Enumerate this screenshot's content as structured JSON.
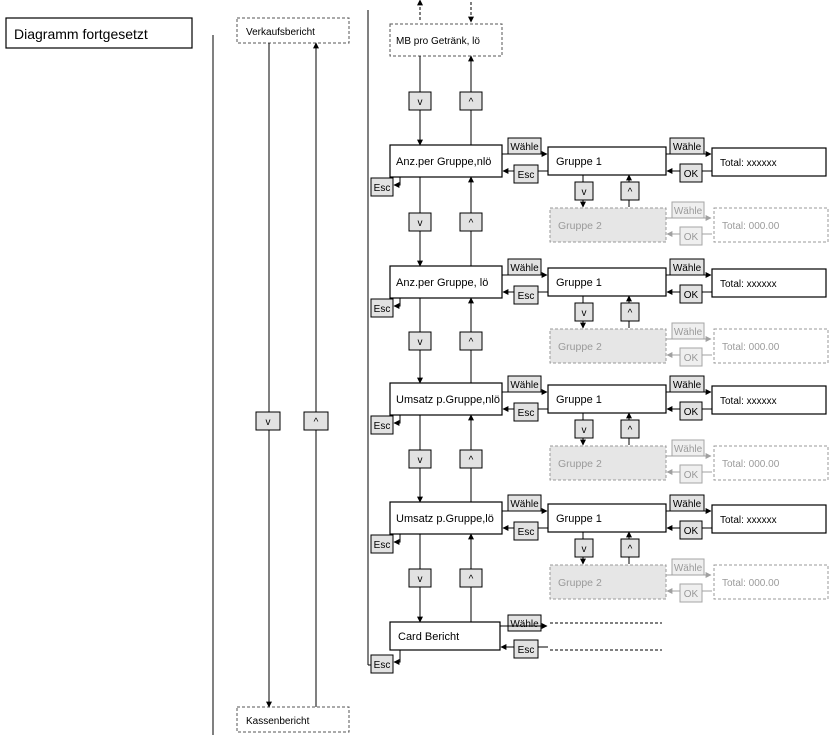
{
  "header_label": "Diagramm fortgesetzt",
  "top_menu": "Verkaufsbericht",
  "bottom_menu": "Kassenbericht",
  "top_item": "MB pro Getränk, lö",
  "nav": {
    "down": "v",
    "up": "^",
    "select": "Wähle",
    "esc": "Esc",
    "ok": "OK"
  },
  "groups": [
    {
      "menu": "Anz.per Gruppe,nlö",
      "group1": "Gruppe 1",
      "total1": "Total: xxxxxx",
      "group2": "Gruppe 2",
      "total2": "Total: 000.00"
    },
    {
      "menu": "Anz.per Gruppe, lö",
      "group1": "Gruppe 1",
      "total1": "Total: xxxxxx",
      "group2": "Gruppe 2",
      "total2": "Total: 000.00"
    },
    {
      "menu": "Umsatz p.Gruppe,nlö",
      "group1": "Gruppe 1",
      "total1": "Total: xxxxxx",
      "group2": "Gruppe 2",
      "total2": "Total: 000.00"
    },
    {
      "menu": "Umsatz p.Gruppe,lö",
      "group1": "Gruppe 1",
      "total1": "Total: xxxxxx",
      "group2": "Gruppe 2",
      "total2": "Total: 000.00"
    }
  ],
  "last_item": "Card Bericht"
}
